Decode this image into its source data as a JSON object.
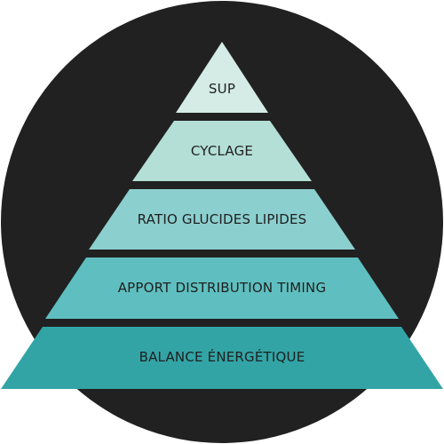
{
  "pyramid": {
    "background_color": "#212121",
    "tiers": [
      {
        "label": "SUP",
        "color": "#d4ebe6"
      },
      {
        "label": "CYCLAGE",
        "color": "#b4dfd6"
      },
      {
        "label": "RATIO GLUCIDES LIPIDES",
        "color": "#8ccfcf"
      },
      {
        "label": "APPORT DISTRIBUTION TIMING",
        "color": "#5fbfc0"
      },
      {
        "label": "BALANCE ÉNERGÉTIQUE",
        "color": "#33a4a6"
      }
    ]
  }
}
